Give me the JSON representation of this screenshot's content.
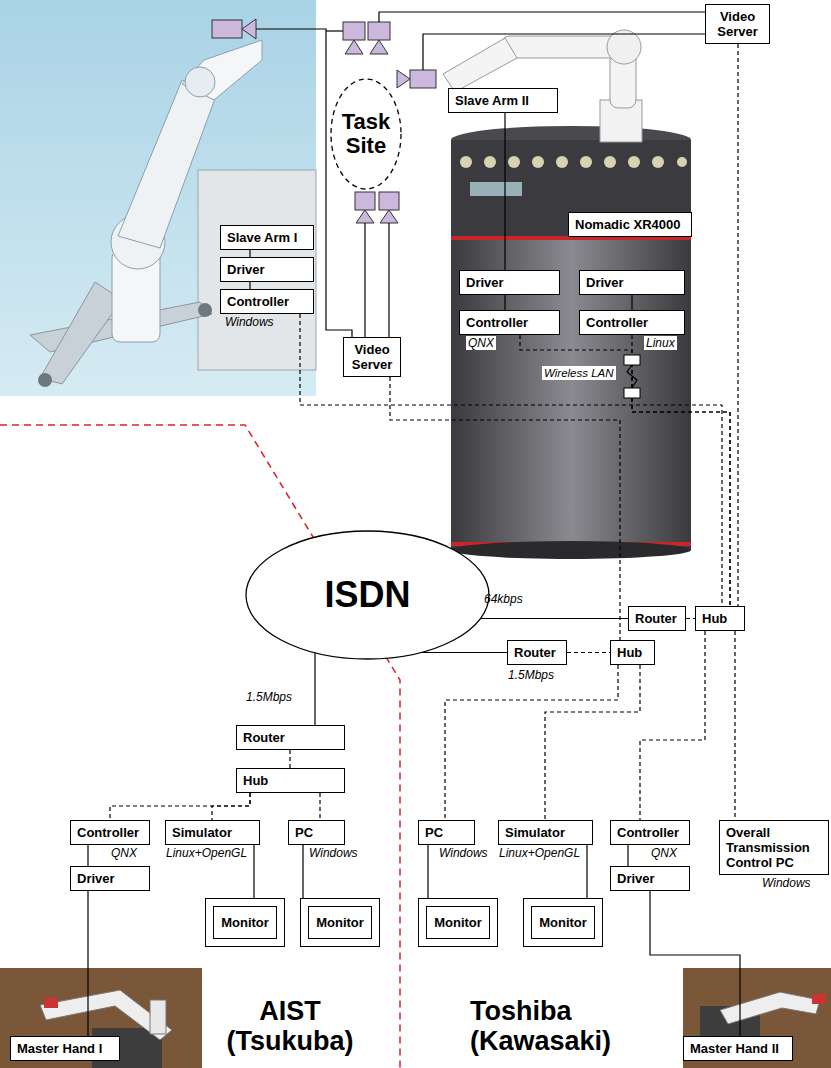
{
  "diagram": {
    "nodes": [
      {
        "text": [
          "Video Server"
        ]
      },
      {
        "text": [
          "Task Site"
        ]
      },
      {
        "text": [
          "Slave Arm II"
        ]
      },
      {
        "text": [
          "Slave Arm I"
        ]
      },
      {
        "text": [
          "Nomadic XR4000"
        ]
      },
      {
        "text": [
          "Driver"
        ]
      },
      {
        "text": [
          "Driver"
        ]
      },
      {
        "text": [
          "Driver"
        ]
      },
      {
        "text": [
          "Controller",
          "Windows"
        ]
      },
      {
        "text": [
          "Controller",
          "QNX"
        ]
      },
      {
        "text": [
          "Controller",
          "Linux"
        ]
      },
      {
        "text": [
          "Video Server"
        ]
      },
      {
        "text": [
          "ISDN"
        ]
      },
      {
        "text": [
          "Router"
        ]
      },
      {
        "text": [
          "Hub"
        ]
      },
      {
        "text": [
          "Router"
        ]
      },
      {
        "text": [
          "Hub"
        ]
      },
      {
        "text": [
          "Router"
        ]
      },
      {
        "text": [
          "Hub"
        ]
      },
      {
        "text": [
          "Controller",
          "QNX"
        ]
      },
      {
        "text": [
          "Simulator",
          "Linux+OpenGL"
        ]
      },
      {
        "text": [
          "PC",
          "Windows"
        ]
      },
      {
        "text": [
          "PC",
          "Windows"
        ]
      },
      {
        "text": [
          "Simulator",
          "Linux+OpenGL"
        ]
      },
      {
        "text": [
          "Controller",
          "QNX"
        ]
      },
      {
        "text": [
          "Overall Transmission Control PC",
          "Windows"
        ]
      },
      {
        "text": [
          "Driver"
        ]
      },
      {
        "text": [
          "Driver"
        ]
      },
      {
        "text": [
          "Monitor"
        ]
      },
      {
        "text": [
          "Monitor"
        ]
      },
      {
        "text": [
          "Monitor"
        ]
      },
      {
        "text": [
          "Monitor"
        ]
      },
      {
        "text": [
          "Master Hand I"
        ]
      },
      {
        "text": [
          "Master Hand II"
        ]
      }
    ],
    "edges": [
      {
        "from": 3,
        "to": 5,
        "arrow": "none"
      },
      {
        "from": 5,
        "to": 8,
        "arrow": "none"
      },
      {
        "from": 2,
        "to": 6,
        "arrow": "none"
      },
      {
        "from": 6,
        "to": 9,
        "arrow": "none"
      },
      {
        "from": 7,
        "to": 10,
        "arrow": "none"
      },
      {
        "from": 8,
        "to": 14,
        "arrow": "none"
      },
      {
        "from": 9,
        "to": 14,
        "arrow": "none"
      },
      {
        "from": 10,
        "to": 14,
        "arrow": "none"
      },
      {
        "from": 0,
        "to": 14,
        "arrow": "none"
      },
      {
        "from": 11,
        "to": 16,
        "arrow": "none"
      },
      {
        "from": 12,
        "to": 13,
        "arrow": "none",
        "label": "64kbps"
      },
      {
        "from": 13,
        "to": 14,
        "arrow": "none"
      },
      {
        "from": 12,
        "to": 15,
        "arrow": "none",
        "label": "1.5Mbps"
      },
      {
        "from": 15,
        "to": 16,
        "arrow": "none"
      },
      {
        "from": 12,
        "to": 17,
        "arrow": "none",
        "label": "1.5Mbps"
      },
      {
        "from": 17,
        "to": 18,
        "arrow": "none"
      },
      {
        "from": 18,
        "to": 19,
        "arrow": "none"
      },
      {
        "from": 18,
        "to": 20,
        "arrow": "none"
      },
      {
        "from": 18,
        "to": 21,
        "arrow": "none"
      },
      {
        "from": 19,
        "to": 26,
        "arrow": "none"
      },
      {
        "from": 26,
        "to": 32,
        "arrow": "none"
      },
      {
        "from": 20,
        "to": 28,
        "arrow": "none"
      },
      {
        "from": 21,
        "to": 29,
        "arrow": "none"
      },
      {
        "from": 16,
        "to": 22,
        "arrow": "none"
      },
      {
        "from": 16,
        "to": 23,
        "arrow": "none"
      },
      {
        "from": 14,
        "to": 24,
        "arrow": "none"
      },
      {
        "from": 14,
        "to": 25,
        "arrow": "none"
      },
      {
        "from": 24,
        "to": 27,
        "arrow": "none"
      },
      {
        "from": 27,
        "to": 33,
        "arrow": "none"
      },
      {
        "from": 22,
        "to": 30,
        "arrow": "none"
      },
      {
        "from": 23,
        "to": 31,
        "arrow": "none"
      }
    ],
    "labels": [
      "Wireless LAN",
      "AIST (Tsukuba)",
      "Toshiba (Kawasaki)"
    ]
  }
}
